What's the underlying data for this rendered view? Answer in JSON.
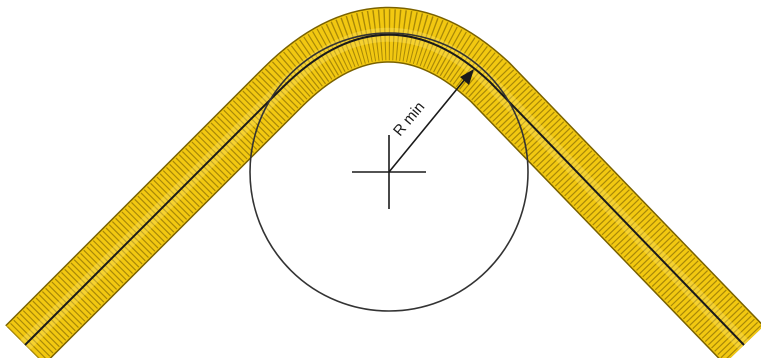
{
  "diagram": {
    "radius_label": "R min",
    "colors": {
      "hose_fill": "#f2c811",
      "hose_rib": "#6b5400",
      "hose_outline": "#7a6200",
      "centerline": "#1a1a1a",
      "circle": "#333333",
      "background": "#ffffff"
    },
    "icons": [
      "center-crosshair",
      "radius-arrow"
    ]
  }
}
